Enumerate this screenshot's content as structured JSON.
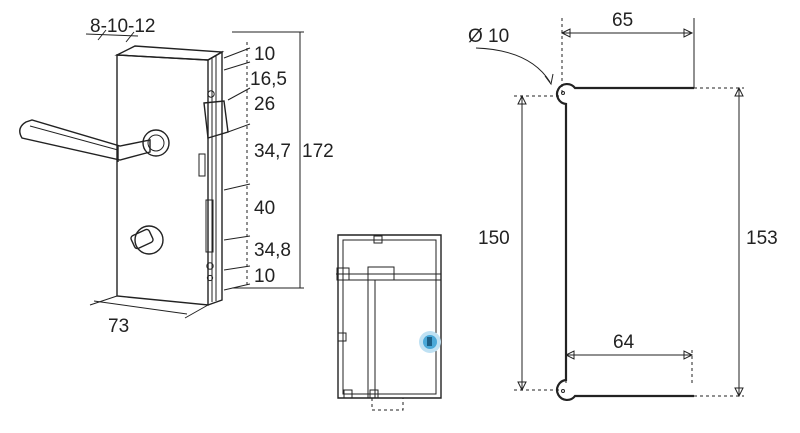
{
  "lock_view": {
    "glass_thickness": "8-10-12",
    "width": "73",
    "dim_10_top": "10",
    "dim_16_5": "16,5",
    "dim_26": "26",
    "dim_34_7": "34,7",
    "dim_172": "172",
    "dim_40": "40",
    "dim_34_8": "34,8",
    "dim_10_bottom": "10"
  },
  "cutout_view": {
    "hole_diameter": "Ø 10",
    "top_width": "65",
    "left_height": "150",
    "right_height": "153",
    "bottom_width": "64"
  },
  "colors": {
    "line": "#222222",
    "highlight": "#4aa8d8",
    "highlight_glow": "#bfe1f3"
  }
}
